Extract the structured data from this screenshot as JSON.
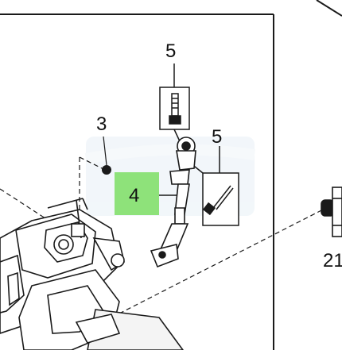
{
  "diagram": {
    "callouts": {
      "c3": "3",
      "c4": "4",
      "c5_top": "5",
      "c5_right": "5",
      "c21": "21"
    },
    "highlight_color": "#8ee27a",
    "line_color": "#1a1a1a"
  }
}
